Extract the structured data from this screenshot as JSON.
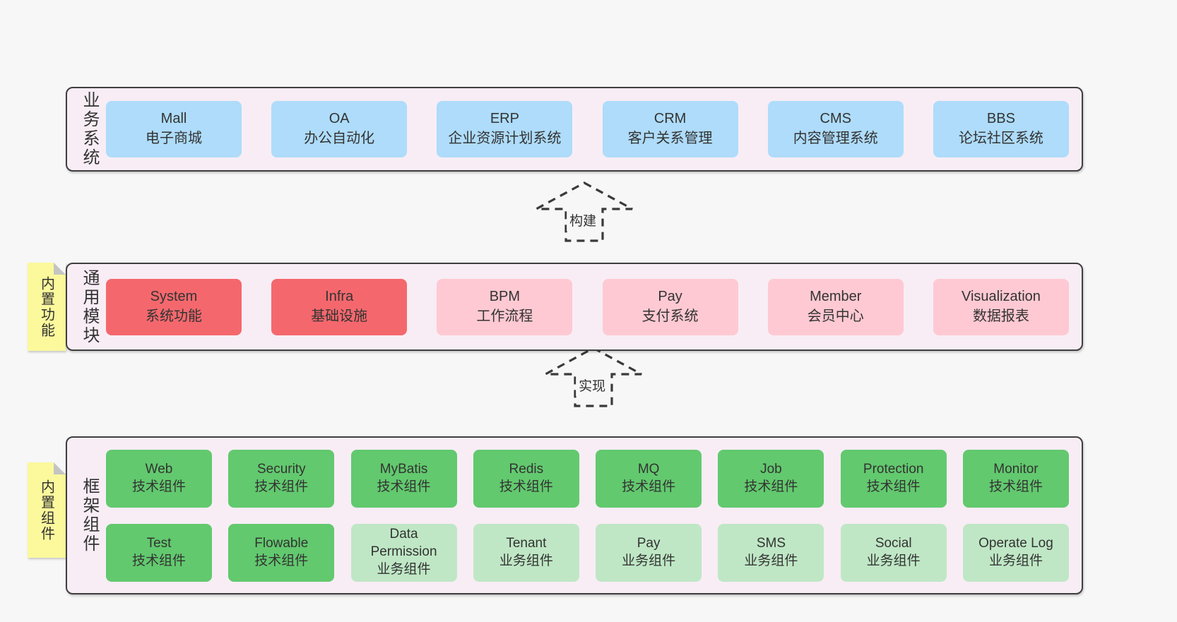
{
  "colors": {
    "page_bg": "#f7f7f7",
    "band_bg": "#f8edf5",
    "band_border": "#3f3f3f",
    "blue": "#aedcfa",
    "red": "#f4686d",
    "pink": "#fec9d2",
    "green": "#62c96e",
    "light_green": "#bfe7c5",
    "note_yellow": "#fbf99c",
    "note_fold": "#c4c4c4",
    "text": "#333333",
    "arrow_stroke": "#3a3a3a"
  },
  "arrows": [
    {
      "label": "构建"
    },
    {
      "label": "实现"
    }
  ],
  "layers": [
    {
      "name": "business-systems",
      "label": "业务系统",
      "boxes": [
        {
          "en": "Mall",
          "zh": "电子商城",
          "variant": "blue"
        },
        {
          "en": "OA",
          "zh": "办公自动化",
          "variant": "blue"
        },
        {
          "en": "ERP",
          "zh": "企业资源计划系统",
          "variant": "blue"
        },
        {
          "en": "CRM",
          "zh": "客户关系管理",
          "variant": "blue"
        },
        {
          "en": "CMS",
          "zh": "内容管理系统",
          "variant": "blue"
        },
        {
          "en": "BBS",
          "zh": "论坛社区系统",
          "variant": "blue"
        }
      ]
    },
    {
      "name": "common-modules",
      "label": "通用模块",
      "note": "内置功能",
      "boxes": [
        {
          "en": "System",
          "zh": "系统功能",
          "variant": "red"
        },
        {
          "en": "Infra",
          "zh": "基础设施",
          "variant": "red"
        },
        {
          "en": "BPM",
          "zh": "工作流程",
          "variant": "pink"
        },
        {
          "en": "Pay",
          "zh": "支付系统",
          "variant": "pink"
        },
        {
          "en": "Member",
          "zh": "会员中心",
          "variant": "pink"
        },
        {
          "en": "Visualization",
          "zh": "数据报表",
          "variant": "pink"
        }
      ]
    },
    {
      "name": "framework-components",
      "label": "框架组件",
      "note": "内置组件",
      "rows": [
        [
          {
            "en": "Web",
            "zh": "技术组件",
            "variant": "green"
          },
          {
            "en": "Security",
            "zh": "技术组件",
            "variant": "green"
          },
          {
            "en": "MyBatis",
            "zh": "技术组件",
            "variant": "green"
          },
          {
            "en": "Redis",
            "zh": "技术组件",
            "variant": "green"
          },
          {
            "en": "MQ",
            "zh": "技术组件",
            "variant": "green"
          },
          {
            "en": "Job",
            "zh": "技术组件",
            "variant": "green"
          },
          {
            "en": "Protection",
            "zh": "技术组件",
            "variant": "green"
          },
          {
            "en": "Monitor",
            "zh": "技术组件",
            "variant": "green"
          }
        ],
        [
          {
            "en": "Test",
            "zh": "技术组件",
            "variant": "green"
          },
          {
            "en": "Flowable",
            "zh": "技术组件",
            "variant": "green"
          },
          {
            "en": "Data Permission",
            "zh": "业务组件",
            "variant": "light-green"
          },
          {
            "en": "Tenant",
            "zh": "业务组件",
            "variant": "light-green"
          },
          {
            "en": "Pay",
            "zh": "业务组件",
            "variant": "light-green"
          },
          {
            "en": "SMS",
            "zh": "业务组件",
            "variant": "light-green"
          },
          {
            "en": "Social",
            "zh": "业务组件",
            "variant": "light-green"
          },
          {
            "en": "Operate Log",
            "zh": "业务组件",
            "variant": "light-green"
          }
        ]
      ]
    }
  ]
}
